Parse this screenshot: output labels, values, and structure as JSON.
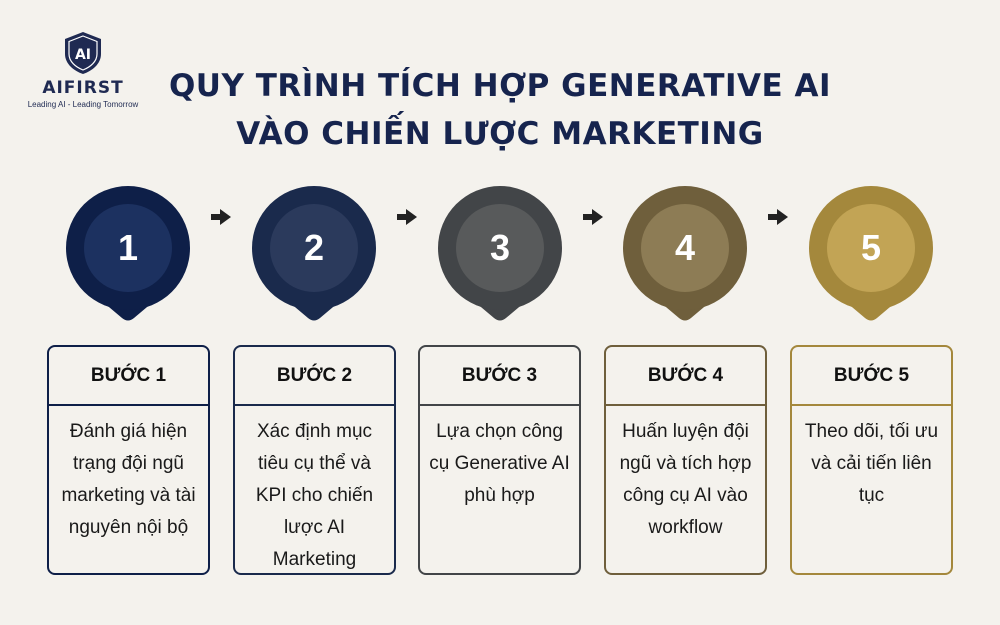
{
  "brand": {
    "logo_mark": "AI",
    "name": "AIFIRST",
    "tagline": "Leading AI - Leading Tomorrow"
  },
  "title": {
    "line1": "QUY TRÌNH TÍCH HỢP GENERATIVE AI",
    "line2": "VÀO CHIẾN LƯỢC MARKETING"
  },
  "steps": [
    {
      "number": "1",
      "label": "BƯỚC 1",
      "color": "#1c3160",
      "ring": "#0e1f48",
      "text": "Đánh giá hiện trạng đội ngũ marketing và tài nguyên nội bộ"
    },
    {
      "number": "2",
      "label": "BƯỚC 2",
      "color": "#2b3a5c",
      "ring": "#1a2a4c",
      "text": "Xác định mục tiêu cụ thể và KPI cho chiến lược AI Marketing"
    },
    {
      "number": "3",
      "label": "BƯỚC 3",
      "color": "#585a5b",
      "ring": "#424548",
      "text": "Lựa chọn công cụ Generative AI phù hợp"
    },
    {
      "number": "4",
      "label": "BƯỚC 4",
      "color": "#8d7c55",
      "ring": "#6f5f3c",
      "text": "Huấn luyện đội ngũ và tích hợp công cụ AI vào workflow"
    },
    {
      "number": "5",
      "label": "BƯỚC 5",
      "color": "#c2a455",
      "ring": "#a4883c",
      "text": "Theo dõi, tối ưu và cải tiến liên tục"
    }
  ],
  "arrow_icon": "arrow-right-icon"
}
